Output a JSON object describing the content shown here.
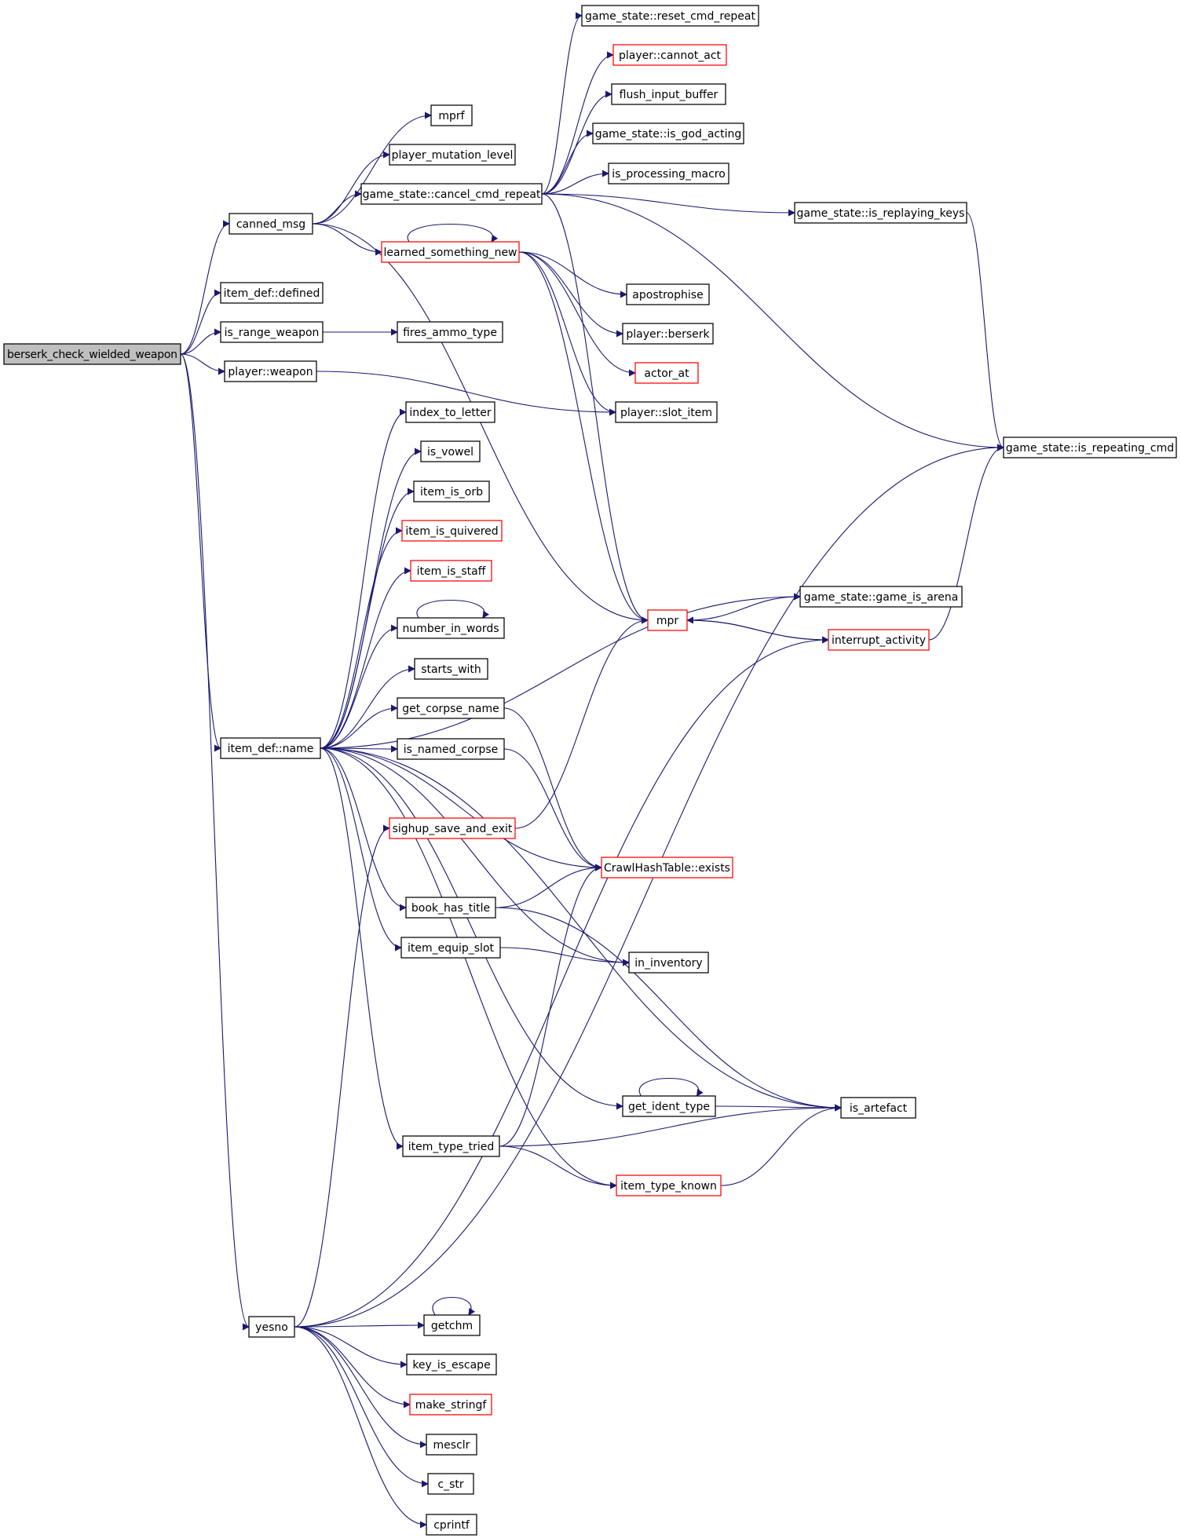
{
  "diagram": {
    "type": "call-graph",
    "edge_color": "#191970",
    "node_border_default": "#000000",
    "node_border_truncated": "#ff0000",
    "root_fill": "#bfbfbf",
    "nodes": [
      {
        "id": "root",
        "label": "berserk_check_wielded_weapon",
        "style": "root"
      },
      {
        "id": "canned_msg",
        "label": "canned_msg"
      },
      {
        "id": "item_def_defined",
        "label": "item_def::defined"
      },
      {
        "id": "is_range_weapon",
        "label": "is_range_weapon"
      },
      {
        "id": "player_weapon",
        "label": "player::weapon"
      },
      {
        "id": "item_def_name",
        "label": "item_def::name"
      },
      {
        "id": "yesno",
        "label": "yesno"
      },
      {
        "id": "mprf",
        "label": "mprf"
      },
      {
        "id": "player_mutation_level",
        "label": "player_mutation_level"
      },
      {
        "id": "cancel_cmd_repeat",
        "label": "game_state::cancel_cmd_repeat"
      },
      {
        "id": "learned_something_new",
        "label": "learned_something_new",
        "style": "red"
      },
      {
        "id": "fires_ammo_type",
        "label": "fires_ammo_type"
      },
      {
        "id": "index_to_letter",
        "label": "index_to_letter"
      },
      {
        "id": "is_vowel",
        "label": "is_vowel"
      },
      {
        "id": "item_is_orb",
        "label": "item_is_orb"
      },
      {
        "id": "item_is_quivered",
        "label": "item_is_quivered",
        "style": "red"
      },
      {
        "id": "item_is_staff",
        "label": "item_is_staff",
        "style": "red"
      },
      {
        "id": "number_in_words",
        "label": "number_in_words"
      },
      {
        "id": "starts_with",
        "label": "starts_with"
      },
      {
        "id": "get_corpse_name",
        "label": "get_corpse_name"
      },
      {
        "id": "is_named_corpse",
        "label": "is_named_corpse"
      },
      {
        "id": "sighup_save_and_exit",
        "label": "sighup_save_and_exit",
        "style": "red"
      },
      {
        "id": "book_has_title",
        "label": "book_has_title"
      },
      {
        "id": "item_equip_slot",
        "label": "item_equip_slot"
      },
      {
        "id": "item_type_tried",
        "label": "item_type_tried"
      },
      {
        "id": "getchm",
        "label": "getchm"
      },
      {
        "id": "key_is_escape",
        "label": "key_is_escape"
      },
      {
        "id": "make_stringf",
        "label": "make_stringf",
        "style": "red"
      },
      {
        "id": "mesclr",
        "label": "mesclr"
      },
      {
        "id": "c_str",
        "label": "c_str"
      },
      {
        "id": "cprintf",
        "label": "cprintf"
      },
      {
        "id": "reset_cmd_repeat",
        "label": "game_state::reset_cmd_repeat"
      },
      {
        "id": "player_cannot_act",
        "label": "player::cannot_act",
        "style": "red"
      },
      {
        "id": "flush_input_buffer",
        "label": "flush_input_buffer"
      },
      {
        "id": "is_god_acting",
        "label": "game_state::is_god_acting"
      },
      {
        "id": "is_processing_macro",
        "label": "is_processing_macro"
      },
      {
        "id": "apostrophise",
        "label": "apostrophise"
      },
      {
        "id": "player_berserk",
        "label": "player::berserk"
      },
      {
        "id": "actor_at",
        "label": "actor_at",
        "style": "red"
      },
      {
        "id": "player_slot_item",
        "label": "player::slot_item"
      },
      {
        "id": "mpr",
        "label": "mpr",
        "style": "red"
      },
      {
        "id": "crawlhash_exists",
        "label": "CrawlHashTable::exists",
        "style": "red"
      },
      {
        "id": "in_inventory",
        "label": "in_inventory"
      },
      {
        "id": "get_ident_type",
        "label": "get_ident_type"
      },
      {
        "id": "item_type_known",
        "label": "item_type_known",
        "style": "red"
      },
      {
        "id": "is_replaying_keys",
        "label": "game_state::is_replaying_keys"
      },
      {
        "id": "game_is_arena",
        "label": "game_state::game_is_arena"
      },
      {
        "id": "interrupt_activity",
        "label": "interrupt_activity",
        "style": "red"
      },
      {
        "id": "is_artefact",
        "label": "is_artefact"
      },
      {
        "id": "is_repeating_cmd",
        "label": "game_state::is_repeating_cmd"
      }
    ],
    "edges": [
      [
        "root",
        "canned_msg"
      ],
      [
        "root",
        "item_def_defined"
      ],
      [
        "root",
        "is_range_weapon"
      ],
      [
        "root",
        "player_weapon"
      ],
      [
        "root",
        "item_def_name"
      ],
      [
        "root",
        "yesno"
      ],
      [
        "canned_msg",
        "mprf"
      ],
      [
        "canned_msg",
        "player_mutation_level"
      ],
      [
        "canned_msg",
        "cancel_cmd_repeat"
      ],
      [
        "canned_msg",
        "learned_something_new"
      ],
      [
        "canned_msg",
        "mpr"
      ],
      [
        "cancel_cmd_repeat",
        "reset_cmd_repeat"
      ],
      [
        "cancel_cmd_repeat",
        "player_cannot_act"
      ],
      [
        "cancel_cmd_repeat",
        "flush_input_buffer"
      ],
      [
        "cancel_cmd_repeat",
        "is_god_acting"
      ],
      [
        "cancel_cmd_repeat",
        "is_processing_macro"
      ],
      [
        "cancel_cmd_repeat",
        "is_replaying_keys"
      ],
      [
        "cancel_cmd_repeat",
        "is_repeating_cmd"
      ],
      [
        "cancel_cmd_repeat",
        "mpr"
      ],
      [
        "learned_something_new",
        "learned_something_new"
      ],
      [
        "learned_something_new",
        "apostrophise"
      ],
      [
        "learned_something_new",
        "player_berserk"
      ],
      [
        "learned_something_new",
        "actor_at"
      ],
      [
        "learned_something_new",
        "player_slot_item"
      ],
      [
        "learned_something_new",
        "mpr"
      ],
      [
        "is_range_weapon",
        "fires_ammo_type"
      ],
      [
        "player_weapon",
        "player_slot_item"
      ],
      [
        "item_def_name",
        "index_to_letter"
      ],
      [
        "item_def_name",
        "is_vowel"
      ],
      [
        "item_def_name",
        "item_is_orb"
      ],
      [
        "item_def_name",
        "item_is_quivered"
      ],
      [
        "item_def_name",
        "item_is_staff"
      ],
      [
        "item_def_name",
        "number_in_words"
      ],
      [
        "item_def_name",
        "starts_with"
      ],
      [
        "item_def_name",
        "get_corpse_name"
      ],
      [
        "item_def_name",
        "is_named_corpse"
      ],
      [
        "item_def_name",
        "crawlhash_exists"
      ],
      [
        "item_def_name",
        "book_has_title"
      ],
      [
        "item_def_name",
        "item_equip_slot"
      ],
      [
        "item_def_name",
        "in_inventory"
      ],
      [
        "item_def_name",
        "game_is_arena"
      ],
      [
        "item_def_name",
        "is_artefact"
      ],
      [
        "item_def_name",
        "get_ident_type"
      ],
      [
        "item_def_name",
        "item_type_tried"
      ],
      [
        "item_def_name",
        "item_type_known"
      ],
      [
        "number_in_words",
        "number_in_words"
      ],
      [
        "get_corpse_name",
        "crawlhash_exists"
      ],
      [
        "is_named_corpse",
        "crawlhash_exists"
      ],
      [
        "sighup_save_and_exit",
        "mpr"
      ],
      [
        "book_has_title",
        "crawlhash_exists"
      ],
      [
        "book_has_title",
        "is_artefact"
      ],
      [
        "item_equip_slot",
        "in_inventory"
      ],
      [
        "get_ident_type",
        "get_ident_type"
      ],
      [
        "get_ident_type",
        "is_artefact"
      ],
      [
        "item_type_tried",
        "crawlhash_exists"
      ],
      [
        "item_type_tried",
        "is_artefact"
      ],
      [
        "item_type_tried",
        "item_type_known"
      ],
      [
        "item_type_known",
        "is_artefact"
      ],
      [
        "yesno",
        "sighup_save_and_exit"
      ],
      [
        "yesno",
        "interrupt_activity"
      ],
      [
        "yesno",
        "is_repeating_cmd"
      ],
      [
        "yesno",
        "getchm"
      ],
      [
        "yesno",
        "key_is_escape"
      ],
      [
        "yesno",
        "make_stringf"
      ],
      [
        "yesno",
        "mesclr"
      ],
      [
        "yesno",
        "c_str"
      ],
      [
        "yesno",
        "cprintf"
      ],
      [
        "getchm",
        "getchm"
      ],
      [
        "mpr",
        "game_is_arena"
      ],
      [
        "mpr",
        "interrupt_activity"
      ],
      [
        "interrupt_activity",
        "mpr"
      ],
      [
        "interrupt_activity",
        "is_repeating_cmd"
      ],
      [
        "is_replaying_keys",
        "is_repeating_cmd"
      ]
    ]
  }
}
